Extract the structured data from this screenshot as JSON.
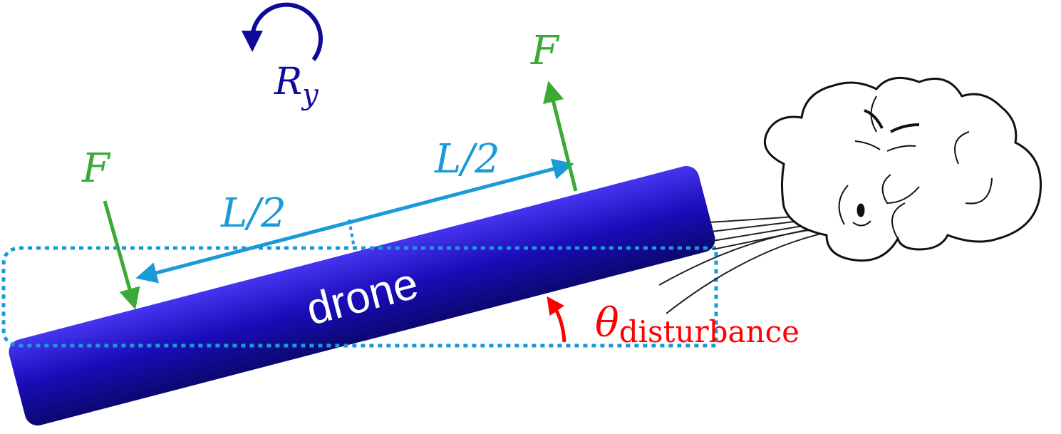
{
  "labels": {
    "drone": "drone",
    "force_left": "F",
    "force_right": "F",
    "half_length_left": "L/2",
    "half_length_right": "L/2",
    "rotation_symbol": "R",
    "rotation_subscript": "y",
    "angle_symbol": "θ",
    "angle_subscript": "disturbance"
  },
  "colors": {
    "force": "#3aaa35",
    "length": "#1a9ad6",
    "rotation": "#100a9a",
    "angle": "#ff0000",
    "drone_top": "#4535f0",
    "drone_bottom": "#0b0870"
  }
}
